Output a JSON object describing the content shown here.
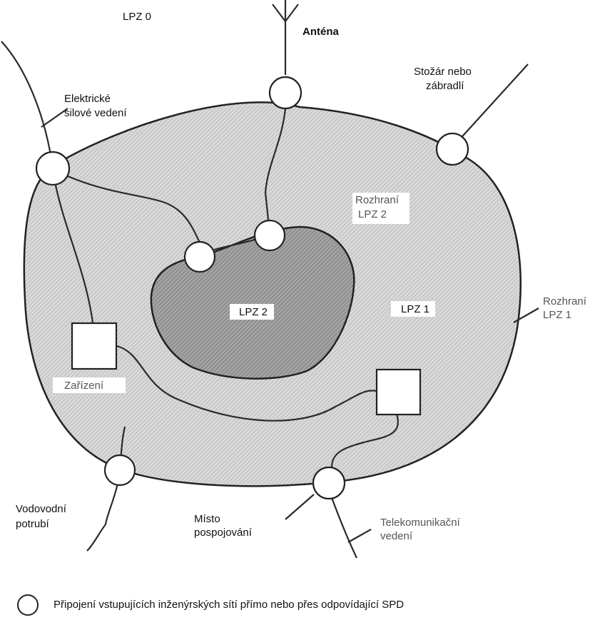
{
  "zones": {
    "outer": "LPZ 0",
    "lpz1": "LPZ 1",
    "lpz2": "LPZ 2",
    "boundary_lpz1": [
      "Rozhraní",
      "LPZ 1"
    ],
    "boundary_lpz2": [
      "Rozhraní",
      "LPZ 2"
    ]
  },
  "services": {
    "antenna": "Anténa",
    "power_line": [
      "Elektrické",
      "silové vedení"
    ],
    "mast": [
      "Stožár nebo",
      "zábradlí"
    ],
    "water_pipe": [
      "Vodovodní",
      "potrubí"
    ],
    "telecom": [
      "Telekomunikační",
      "vedení"
    ]
  },
  "elements": {
    "equipment": "Zařízení",
    "bonding_point": [
      "Místo",
      "pospojování"
    ]
  },
  "legend": {
    "symbol": "circle",
    "text": "Připojení vstupujících inženýrských sítí přímo nebo přes odpovídající SPD"
  },
  "colors": {
    "lpz1_fill": "#d2d2d2",
    "lpz2_fill": "#9a9a9a",
    "outline": "#222222",
    "background": "#ffffff"
  }
}
